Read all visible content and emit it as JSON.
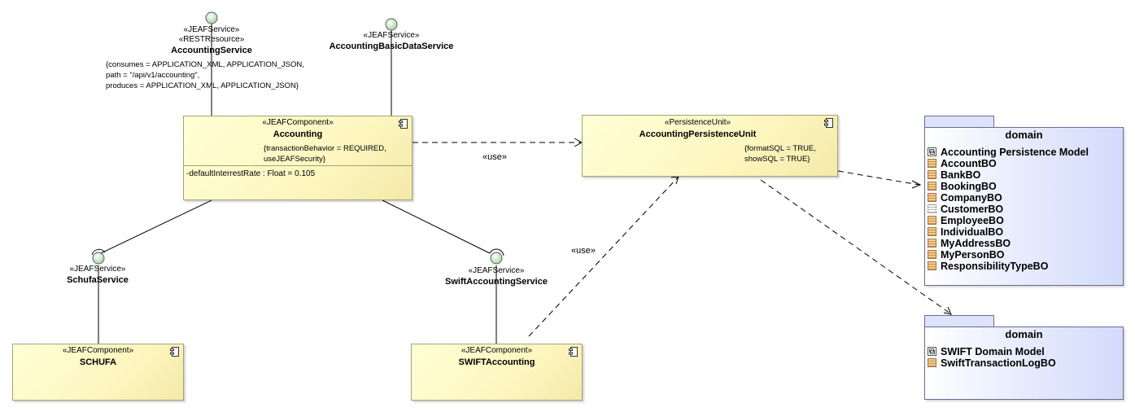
{
  "diagram": {
    "components": {
      "accounting": {
        "stereotype": "«JEAFComponent»",
        "name": "Accounting",
        "tagged_line1": "{transactionBehavior = REQUIRED,",
        "tagged_line2": "useJEAFSecurity}",
        "attribute": "-defaultInterrestRate : Float = 0.105"
      },
      "persistence_unit": {
        "stereotype": "«PersistenceUnit»",
        "name": "AccountingPersistenceUnit",
        "tagged_line1": "{formatSQL = TRUE,",
        "tagged_line2": "showSQL = TRUE}"
      },
      "schufa": {
        "stereotype": "«JEAFComponent»",
        "name": "SCHUFA"
      },
      "swift_accounting": {
        "stereotype": "«JEAFComponent»",
        "name": "SWIFTAccounting"
      }
    },
    "interfaces": {
      "accounting_service": {
        "stereotype1": "«JEAFService»",
        "stereotype2": "«RESTResource»",
        "name": "AccountingService",
        "tagged_line1": "{consumes = APPLICATION_XML, APPLICATION_JSON,",
        "tagged_line2": "path = \"/api/v1/accounting\",",
        "tagged_line3": "produces = APPLICATION_XML, APPLICATION_JSON}"
      },
      "basic_data_service": {
        "stereotype": "«JEAFService»",
        "name": "AccountingBasicDataService"
      },
      "schufa_service": {
        "stereotype": "«JEAFService»",
        "name": "SchufaService"
      },
      "swift_service": {
        "stereotype": "«JEAFService»",
        "name": "SwiftAccountingService"
      }
    },
    "dependencies": {
      "use_label_1": "«use»",
      "use_label_2": "«use»"
    },
    "packages": {
      "domain_accounting": {
        "title": "domain",
        "items": [
          {
            "label": "Accounting Persistence Model",
            "icon": "model-icon"
          },
          {
            "label": "AccountBO",
            "icon": "class-icon"
          },
          {
            "label": "BankBO",
            "icon": "class-icon"
          },
          {
            "label": "BookingBO",
            "icon": "class-icon"
          },
          {
            "label": "CompanyBO",
            "icon": "class-icon"
          },
          {
            "label": "CustomerBO",
            "icon": "interface-icon"
          },
          {
            "label": "EmployeeBO",
            "icon": "class-icon"
          },
          {
            "label": "IndividualBO",
            "icon": "class-icon"
          },
          {
            "label": "MyAddressBO",
            "icon": "class-icon"
          },
          {
            "label": "MyPersonBO",
            "icon": "class-icon"
          },
          {
            "label": "ResponsibilityTypeBO",
            "icon": "class-icon"
          }
        ]
      },
      "domain_swift": {
        "title": "domain",
        "items": [
          {
            "label": "SWIFT Domain Model",
            "icon": "model-icon"
          },
          {
            "label": "SwiftTransactionLogBO",
            "icon": "class-icon"
          }
        ]
      }
    },
    "colors": {
      "component_fill": "#fdf6c0",
      "package_fill": "#dde3fb",
      "lollipop_fill": "#d5e8d4"
    }
  }
}
